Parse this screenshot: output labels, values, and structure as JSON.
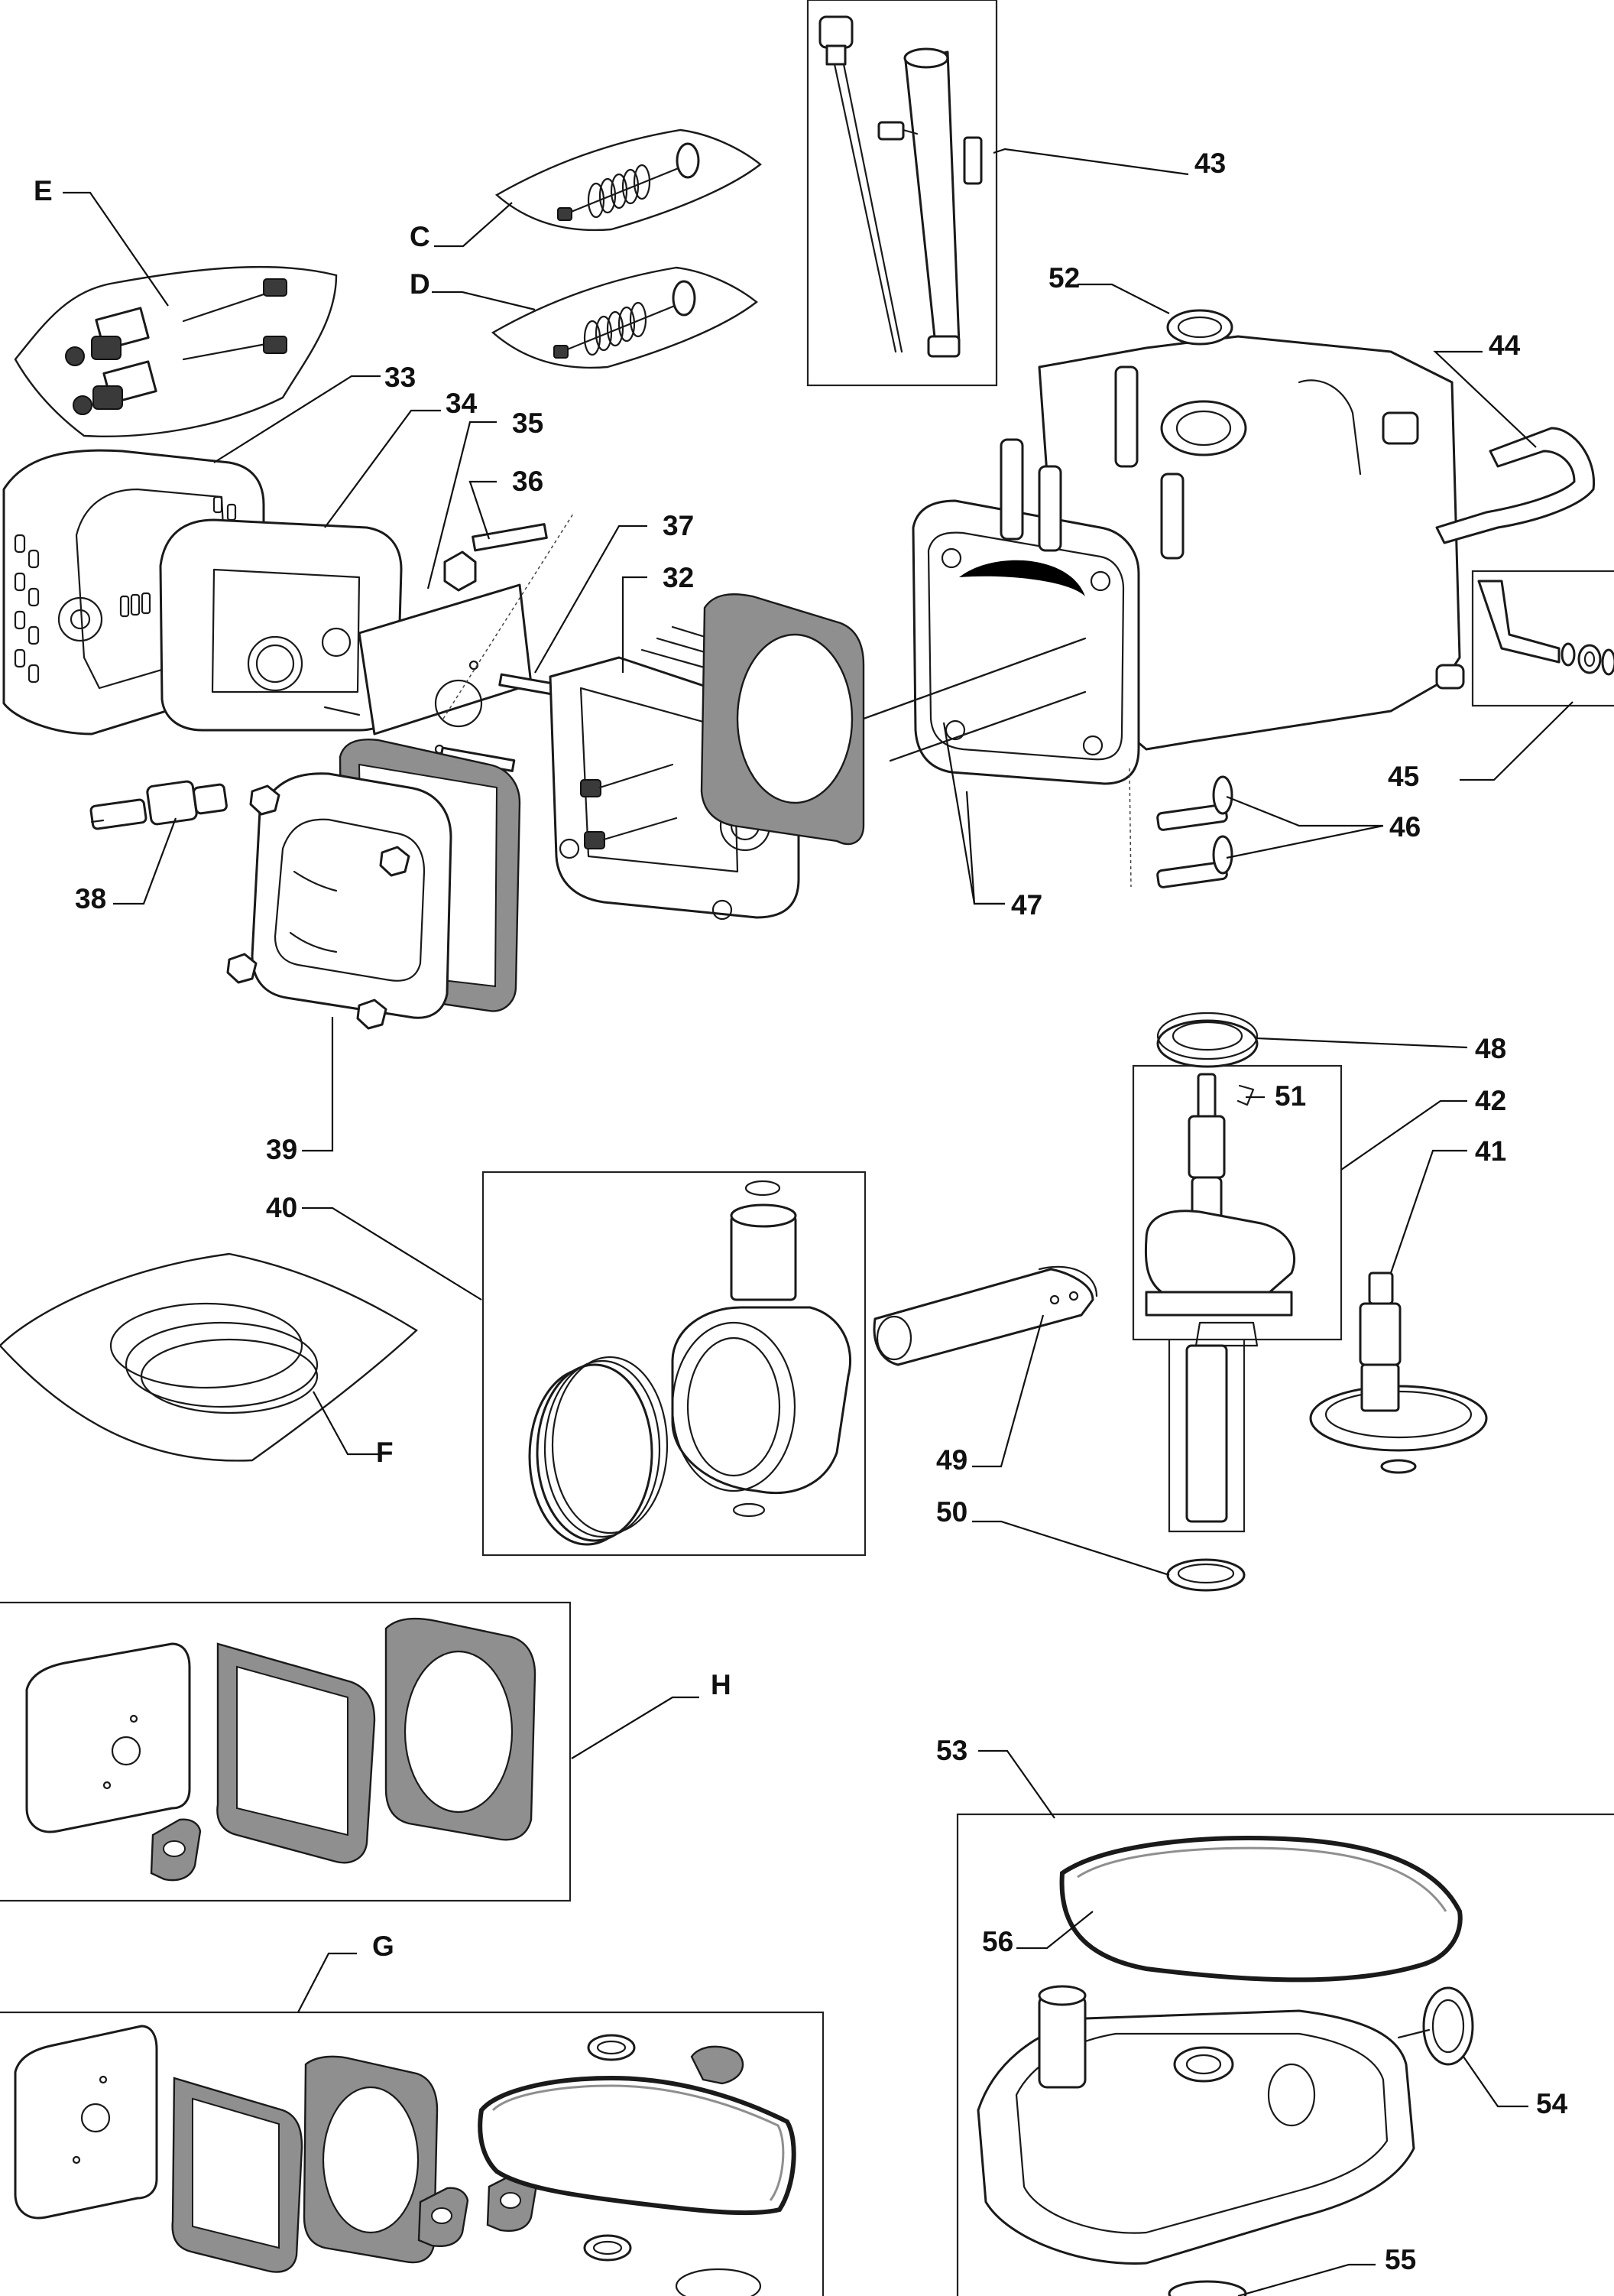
{
  "callouts": {
    "E": "E",
    "C": "C",
    "D": "D",
    "F": "F",
    "G": "G",
    "H": "H",
    "n32": "32",
    "n33": "33",
    "n34": "34",
    "n35": "35",
    "n36": "36",
    "n37": "37",
    "n38": "38",
    "n39": "39",
    "n40": "40",
    "n41": "41",
    "n42": "42",
    "n43": "43",
    "n44": "44",
    "n45": "45",
    "n46": "46",
    "n47": "47",
    "n48": "48",
    "n49": "49",
    "n50": "50",
    "n51": "51",
    "n52": "52",
    "n53": "53",
    "n54": "54",
    "n55": "55",
    "n56": "56"
  },
  "colors": {
    "line": "#111111",
    "part_fill": "#ffffff",
    "gasket_grey": "#8f8f8f",
    "background": "#ffffff"
  }
}
